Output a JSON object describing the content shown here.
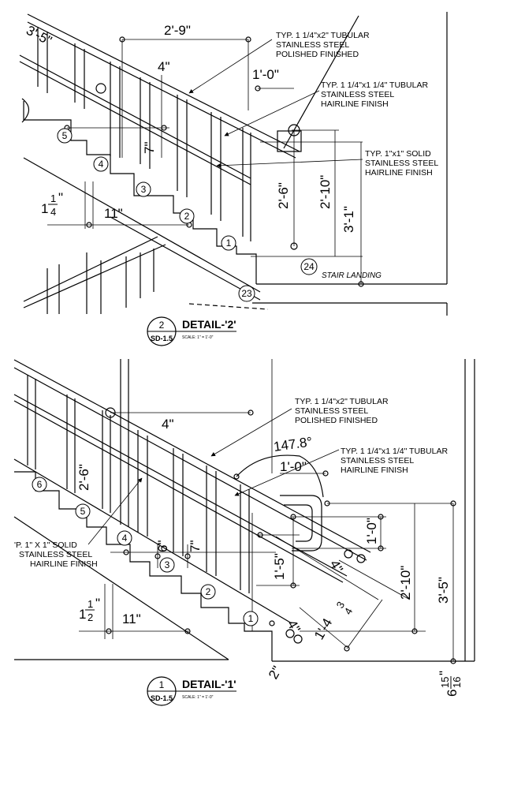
{
  "detail2": {
    "title": "DETAIL-'2'",
    "number": "2",
    "sheet": "SD-1.5",
    "scale": "SCALE: 1\" = 1'-0\"",
    "note_rail_1": "TYP. 1 1/4\"x2\" TUBULAR",
    "note_rail_2": "STAINLESS STEEL",
    "note_rail_3": "POLISHED FINISHED",
    "note_post_1": "TYP. 1 1/4\"x1 1/4\" TUBULAR",
    "note_post_2": "STAINLESS STEEL",
    "note_post_3": "HAIRLINE FINISH",
    "note_bar_1": "TYP. 1\"x1\" SOLID",
    "note_bar_2": "STAINLESS STEEL",
    "note_bar_3": "HAIRLINE FINISH",
    "dim_2_9": "2'-9\"",
    "dim_3_5": "3'-5\"",
    "dim_4": "4\"",
    "dim_1_0": "1'-0\"",
    "dim_7": "7\"",
    "dim_2_6": "2'-6\"",
    "dim_2_10": "2'-10\"",
    "dim_3_1": "3'-1\"",
    "dim_11": "11\"",
    "dim_1_14_whole": "1",
    "dim_1_14_num": "1",
    "dim_1_14_den": "4",
    "dim_1_14_unit": "\"",
    "stair_landing": "STAIR LANDING",
    "tags": [
      "1",
      "2",
      "3",
      "4",
      "5",
      "23",
      "24"
    ]
  },
  "detail1": {
    "title": "DETAIL-'1'",
    "number": "1",
    "sheet": "SD-1.5",
    "scale": "SCALE: 1\" = 1'-0\"",
    "note_rail_1": "TYP. 1 1/4\"x2\" TUBULAR",
    "note_rail_2": "STAINLESS STEEL",
    "note_rail_3": "POLISHED FINISHED",
    "note_post_1": "TYP. 1 1/4\"x1 1/4\" TUBULAR",
    "note_post_2": "STAINLESS STEEL",
    "note_post_3": "HAIRLINE FINISH",
    "note_bar_1": "'P. 1\" X 1\" SOLID",
    "note_bar_2": "STAINLESS STEEL",
    "note_bar_3": "HAIRLINE FINISH",
    "dim_4": "4\"",
    "angle": "147.8°",
    "dim_1_0a": "1'-0\"",
    "dim_1_0b": "1'-0\"",
    "dim_2_10": "2'-10\"",
    "dim_3_5": "3'-5\"",
    "dim_2_6": "2'-6\"",
    "dim_6": "6\"",
    "dim_7": "7\"",
    "dim_1_5": "1'-5\"",
    "dim_1_4_34": "1'-4",
    "dim_frac_34_num": "3",
    "dim_frac_34_den": "4",
    "dim_4b": "4\"",
    "dim_4c": "4\"",
    "dim_11": "11\"",
    "dim_1_12_whole": "1",
    "dim_1_12_num": "1",
    "dim_1_12_den": "2",
    "dim_1_12_unit": "\"",
    "dim_2": "2\"",
    "dim_6_1516_whole": "6",
    "dim_6_1516_num": "15",
    "dim_6_1516_den": "16",
    "dim_6_1516_unit": "\"",
    "tags": [
      "1",
      "2",
      "3",
      "4",
      "5",
      "6"
    ]
  }
}
